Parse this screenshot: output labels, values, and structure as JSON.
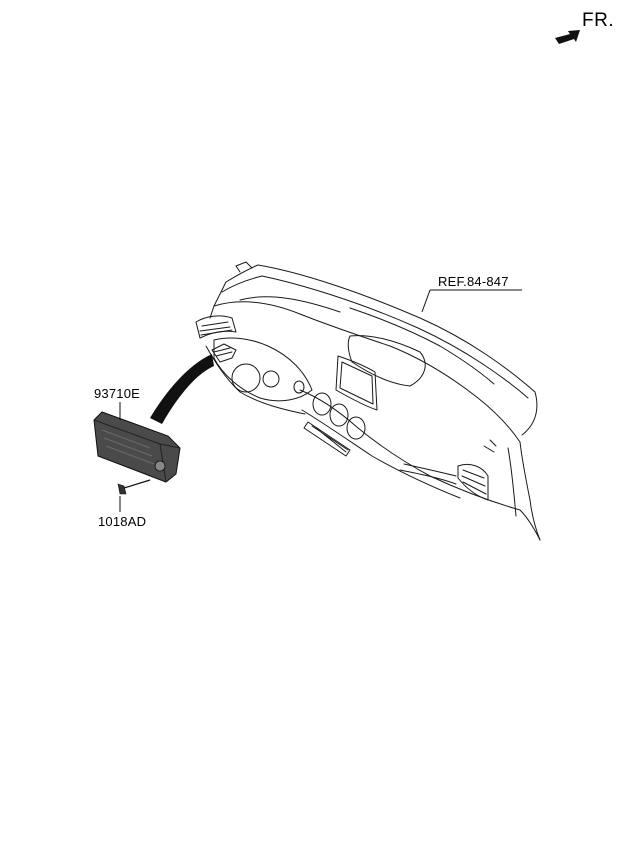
{
  "direction": {
    "label": "FR."
  },
  "callouts": {
    "reference": "REF.84-847",
    "part": "93710E",
    "screw": "1018AD"
  }
}
